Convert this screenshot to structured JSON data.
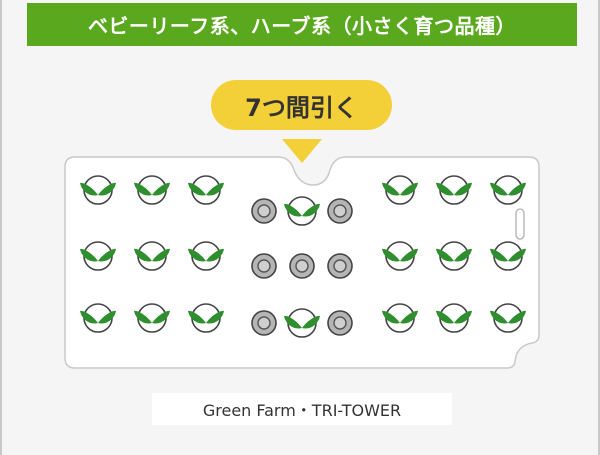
{
  "banner": {
    "title": "ベビーリーフ系、ハーブ系（小さく育つ品種）",
    "color": "#5aa81e"
  },
  "callout": {
    "label": "7つ間引く",
    "color": "#f4d038"
  },
  "board": {
    "left_group": {
      "rows": 3,
      "cols": 3,
      "cells": [
        "plant",
        "plant",
        "plant",
        "plant",
        "plant",
        "plant",
        "plant",
        "plant",
        "plant"
      ]
    },
    "center_group": {
      "rows": 3,
      "cols": 3,
      "cells": [
        "hole",
        "plant",
        "hole",
        "hole",
        "hole",
        "hole",
        "hole",
        "plant",
        "hole"
      ]
    },
    "right_group": {
      "rows": 3,
      "cols": 3,
      "cells": [
        "plant",
        "plant",
        "plant",
        "plant",
        "plant",
        "plant",
        "plant",
        "plant",
        "plant"
      ]
    },
    "thinned_count": 7,
    "plant_leaf_color": "#2f8f2f",
    "hole_color": "#b5b5b5"
  },
  "caption": {
    "text": "Green Farm・TRI-TOWER"
  }
}
